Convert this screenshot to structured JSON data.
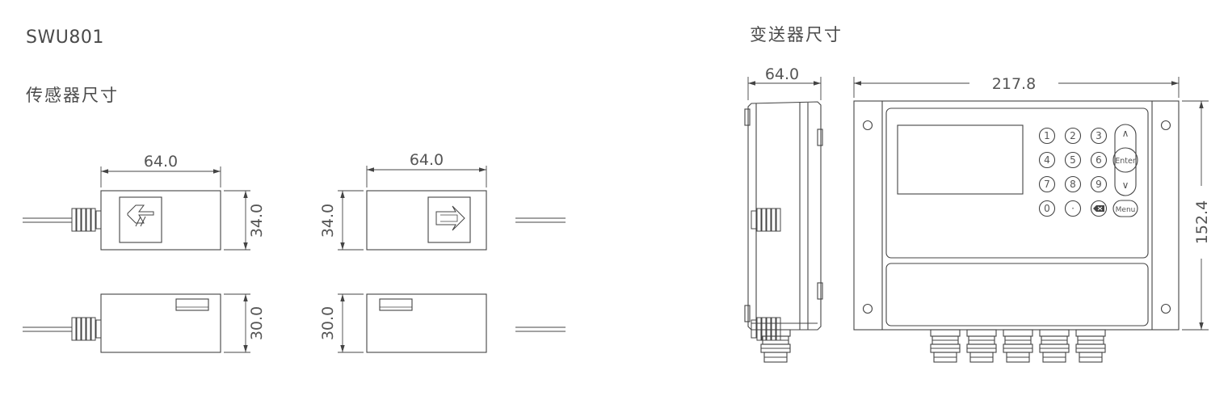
{
  "model": "SWU801",
  "sensor_section": {
    "title": "传感器尺寸",
    "dims": {
      "front_left_width": "64.0",
      "front_right_width": "64.0",
      "front_left_height": "34.0",
      "front_right_height": "34.0",
      "side_left_height": "30.0",
      "side_right_height": "30.0"
    }
  },
  "transmitter_section": {
    "title": "变送器尺寸",
    "dims": {
      "side_width": "64.0",
      "front_width": "217.8",
      "front_height": "152.4"
    },
    "keypad": {
      "keys": [
        "1",
        "2",
        "3",
        "4",
        "5",
        "6",
        "7",
        "8",
        "9",
        "0",
        "·"
      ],
      "enter_label": "Enter",
      "menu_label": "Menu",
      "up_symbol": "∧",
      "down_symbol": "∨"
    }
  },
  "colors": {
    "line": "#444444",
    "text": "#4a4a4a"
  }
}
